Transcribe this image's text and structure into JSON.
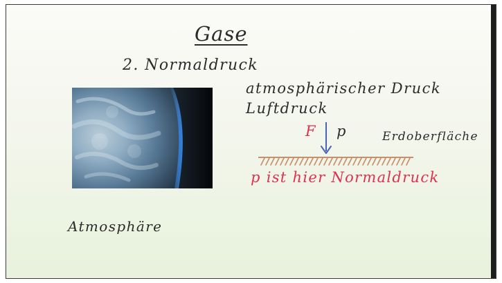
{
  "slide": {
    "title": "Gase",
    "subtitle": "2. Normaldruck",
    "atmospheric_pressure": "atmosphärischer Druck",
    "air_pressure": "Luftdruck",
    "force_label": "F",
    "pressure_label": "p",
    "earth_surface": "Erdoberfläche",
    "normal_pressure_note": "p ist hier Normaldruck",
    "atmosphere_label": "Atmosphäre"
  },
  "colors": {
    "text": "#2b2b2b",
    "red_text": "#e0304f",
    "arrow": "#4b63b7",
    "hatch": "#c88f6a"
  },
  "icons": {
    "earth_photo": "earth-from-space-icon",
    "force_arrow": "down-arrow-icon",
    "surface_hatch": "ground-hatch-icon"
  }
}
